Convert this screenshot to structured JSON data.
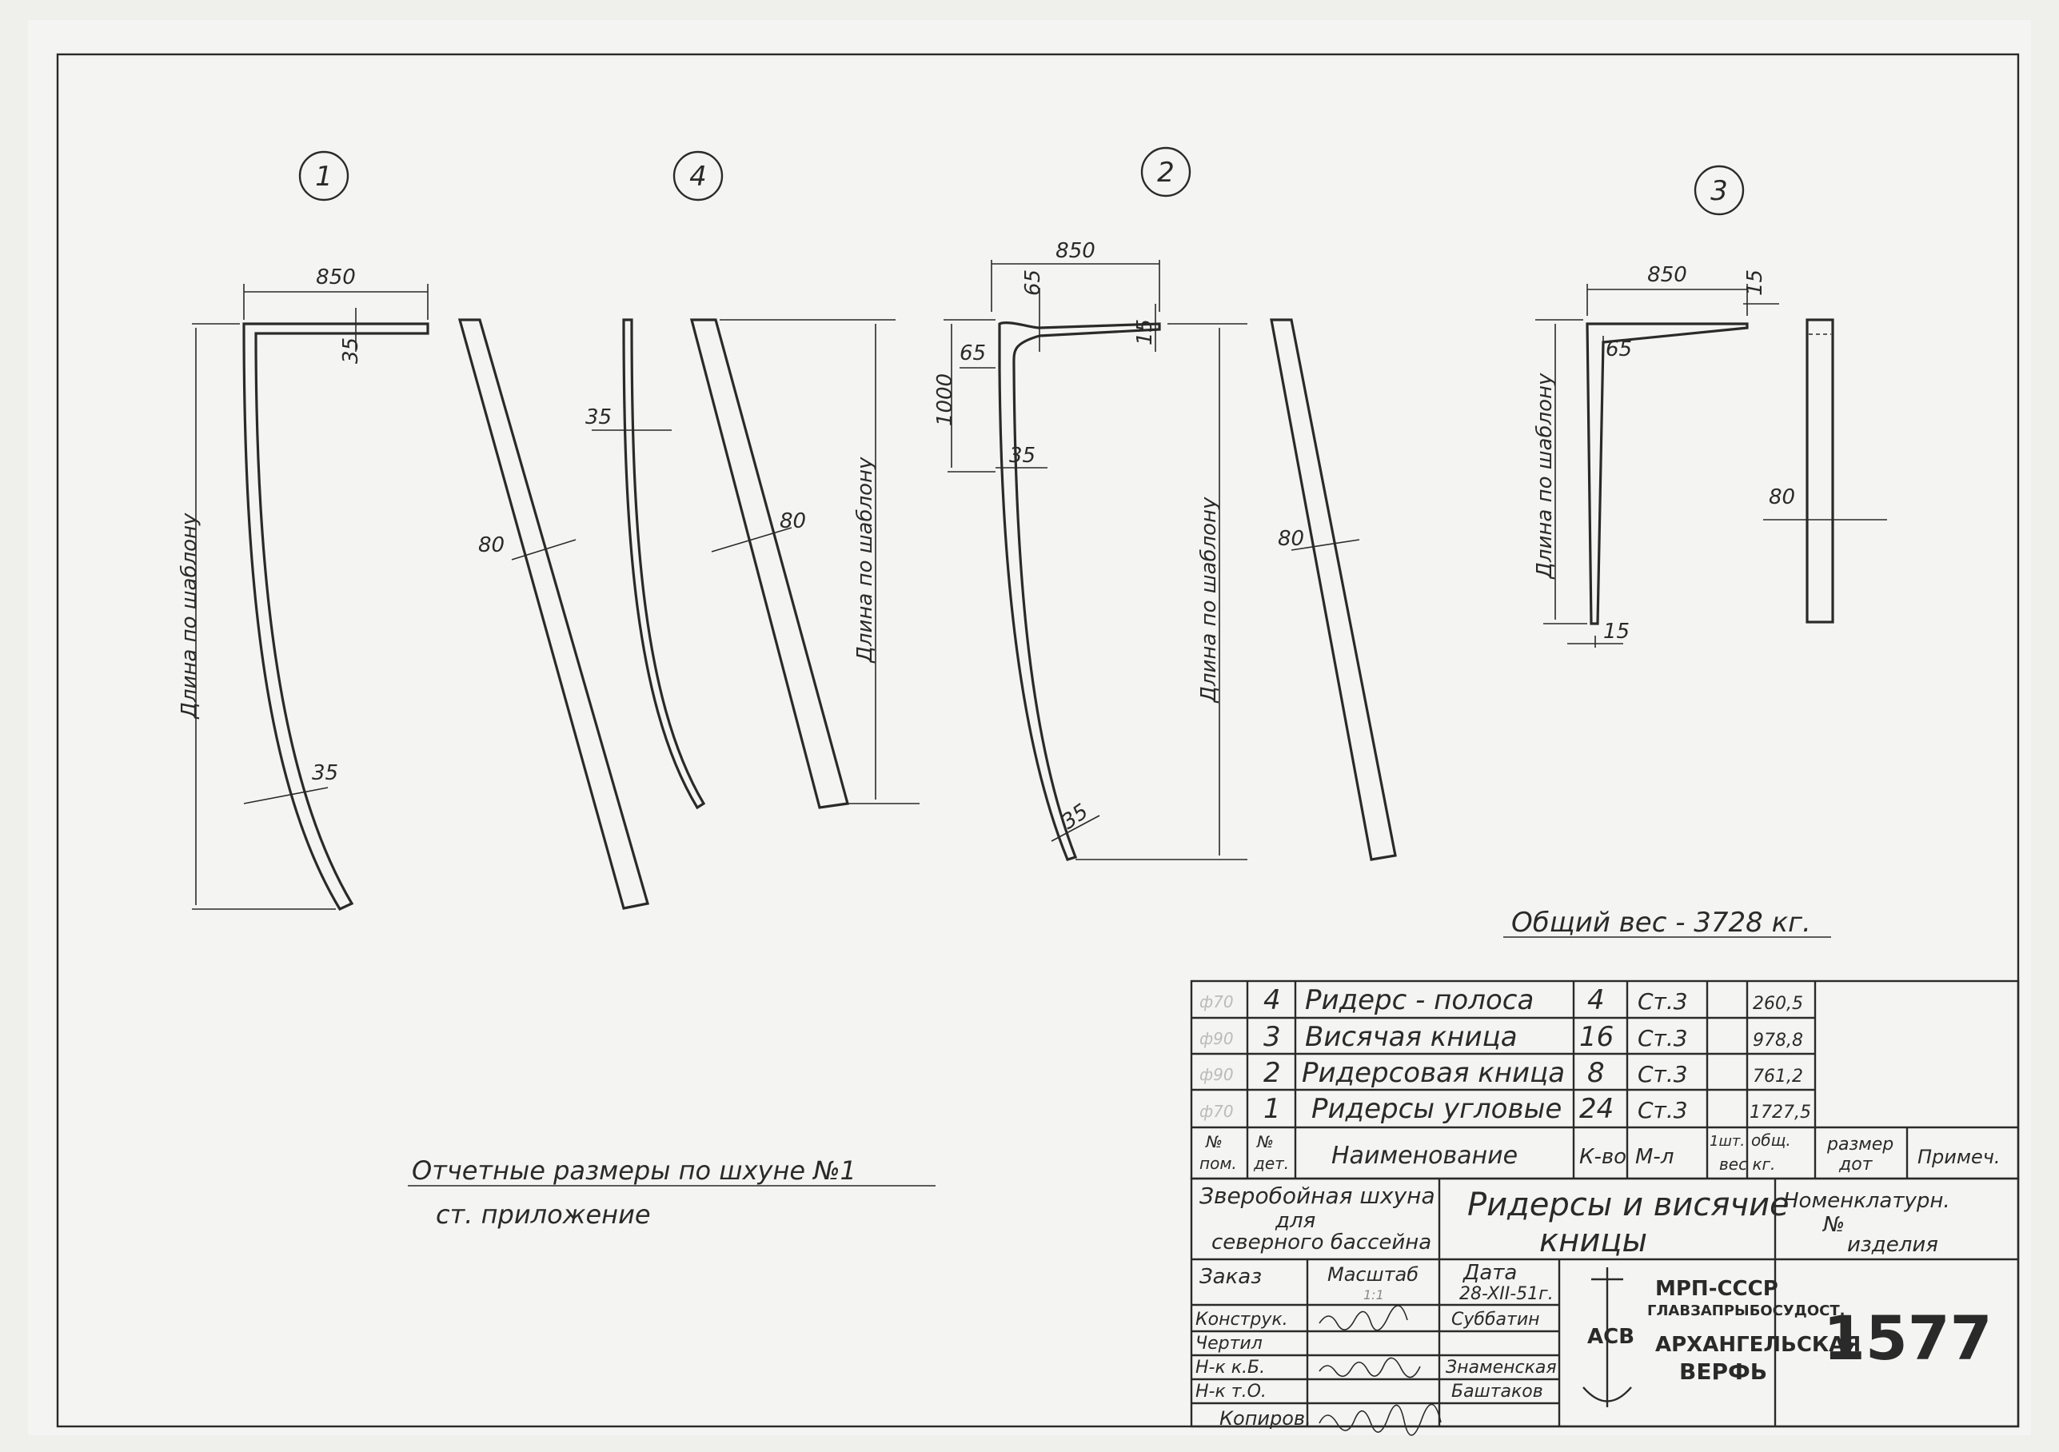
{
  "parts": [
    {
      "label": "1",
      "dims": {
        "w": "850",
        "t1": "35",
        "t2": "35",
        "len": "Длина по шаблону"
      }
    },
    {
      "label": "4",
      "dims": {
        "t": "35",
        "len": "Длина по шаблону"
      }
    },
    {
      "label": "2",
      "dims": {
        "w": "850",
        "a": "65",
        "b": "65",
        "h": "1000",
        "c": "15",
        "t1": "35",
        "t2": "35",
        "len": "Длина по шаблону"
      }
    },
    {
      "label": "3",
      "dims": {
        "w": "850",
        "a": "15",
        "b": "65",
        "c": "15",
        "len": "Длина по шаблону"
      }
    }
  ],
  "plate_dims": {
    "p1": "80",
    "p4": "80",
    "p2": "80",
    "p3": "80"
  },
  "total_weight": "Общий вес - 3728 кг.",
  "note": {
    "line1": "Отчетные размеры по шхуне №1",
    "line2": "ст. приложение"
  },
  "table": {
    "rows": [
      {
        "faint": "ф70",
        "no": "4",
        "name": "Ридерс - полоса",
        "qty": "4",
        "mat": "Ст.3",
        "weight": "260,5"
      },
      {
        "faint": "ф90",
        "no": "3",
        "name": "Висячая кница",
        "qty": "16",
        "mat": "Ст.3",
        "weight": "978,8"
      },
      {
        "faint": "ф90",
        "no": "2",
        "name": "Ридерсовая кница",
        "qty": "8",
        "mat": "Ст.3",
        "weight": "761,2"
      },
      {
        "faint": "ф70",
        "no": "1",
        "name": "Ридерсы угловые",
        "qty": "24",
        "mat": "Ст.3",
        "weight": "1727,5"
      }
    ],
    "headers": {
      "no_a": "№",
      "no_b": "пом.",
      "det_a": "№",
      "det_b": "дет.",
      "name": "Наименование",
      "qty": "К-во",
      "mat": "М-л",
      "w_a": "1шт.",
      "w_b": "общ.",
      "w_c": "вес кг.",
      "size_a": "размер",
      "size_b": "дот",
      "note": "Примеч."
    }
  },
  "title_block": {
    "vessel": [
      "Зверобойная шхуна",
      "для",
      "северного бассейна"
    ],
    "title": [
      "Ридерсы и висячие",
      "кницы"
    ],
    "nomenclature": [
      "Номенклатурн.",
      "№",
      "изделия"
    ],
    "order": "Заказ",
    "scale": "Масштаб",
    "scale_val": "1:1",
    "date_label": "Дата",
    "date": "28-XII-51г.",
    "roles": [
      "Конструк.",
      "Чертил",
      "Н-к к.Б.",
      "Н-к т.О."
    ],
    "names": [
      "Суббатин",
      "",
      "Знаменская",
      "Баштаков"
    ],
    "org": [
      "МРП-СССР",
      "ГЛАВЗАПРЫБОСУДОСТ.",
      "АРХАНГЕЛЬСКАЯ",
      "ВЕРФЬ"
    ],
    "logo": "АСВ",
    "number": "1577"
  },
  "copied": "Копиров."
}
